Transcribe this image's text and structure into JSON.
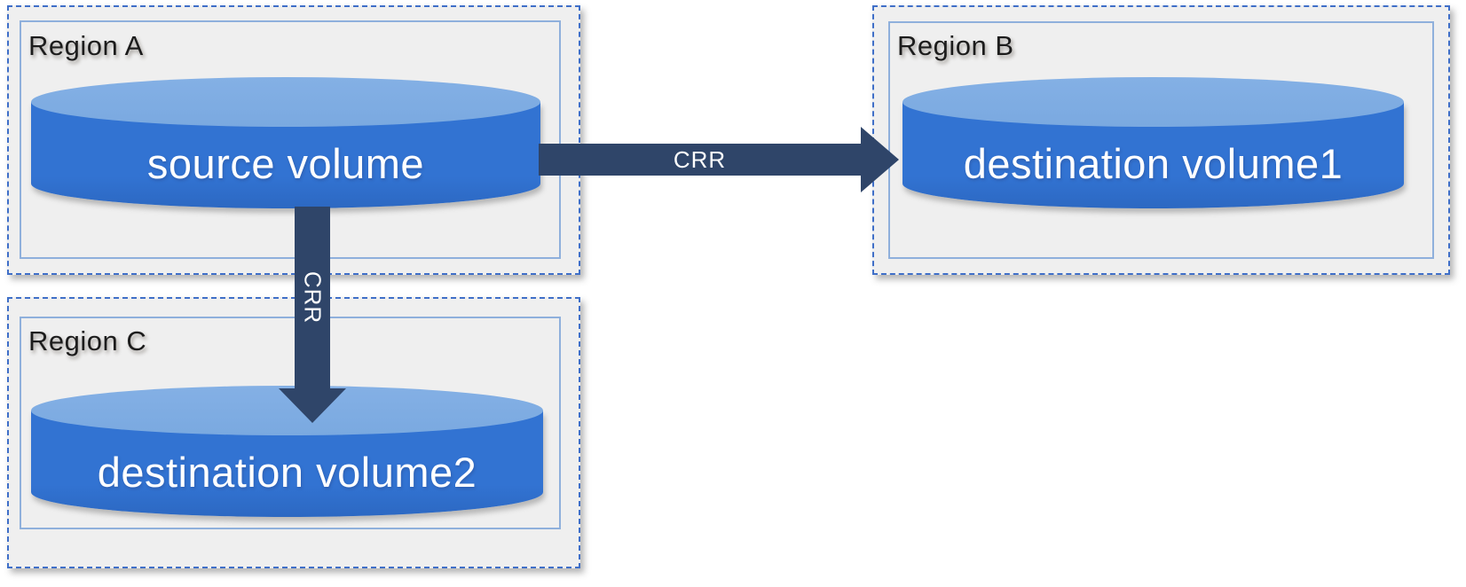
{
  "regions": [
    {
      "label": "Region A",
      "volume": "source volume"
    },
    {
      "label": "Region B",
      "volume": "destination volume1"
    },
    {
      "label": "Region C",
      "volume": "destination volume2"
    }
  ],
  "arrows": {
    "a_to_b": {
      "label": "CRR",
      "direction": "right",
      "from": "source volume",
      "to": "destination volume1"
    },
    "a_to_c": {
      "label": "CRR",
      "direction": "down",
      "from": "source volume",
      "to": "destination volume2"
    }
  },
  "colors": {
    "cylinder_body": "#3273d2",
    "cylinder_top": "#7aa9e0",
    "arrow": "#2f4569",
    "region_fill": "#efefef",
    "region_border_dashed": "#3f6fc8",
    "region_border_inner": "#8fb0dc",
    "label_text": "#1c1c1c",
    "volume_text": "#ffffff"
  }
}
